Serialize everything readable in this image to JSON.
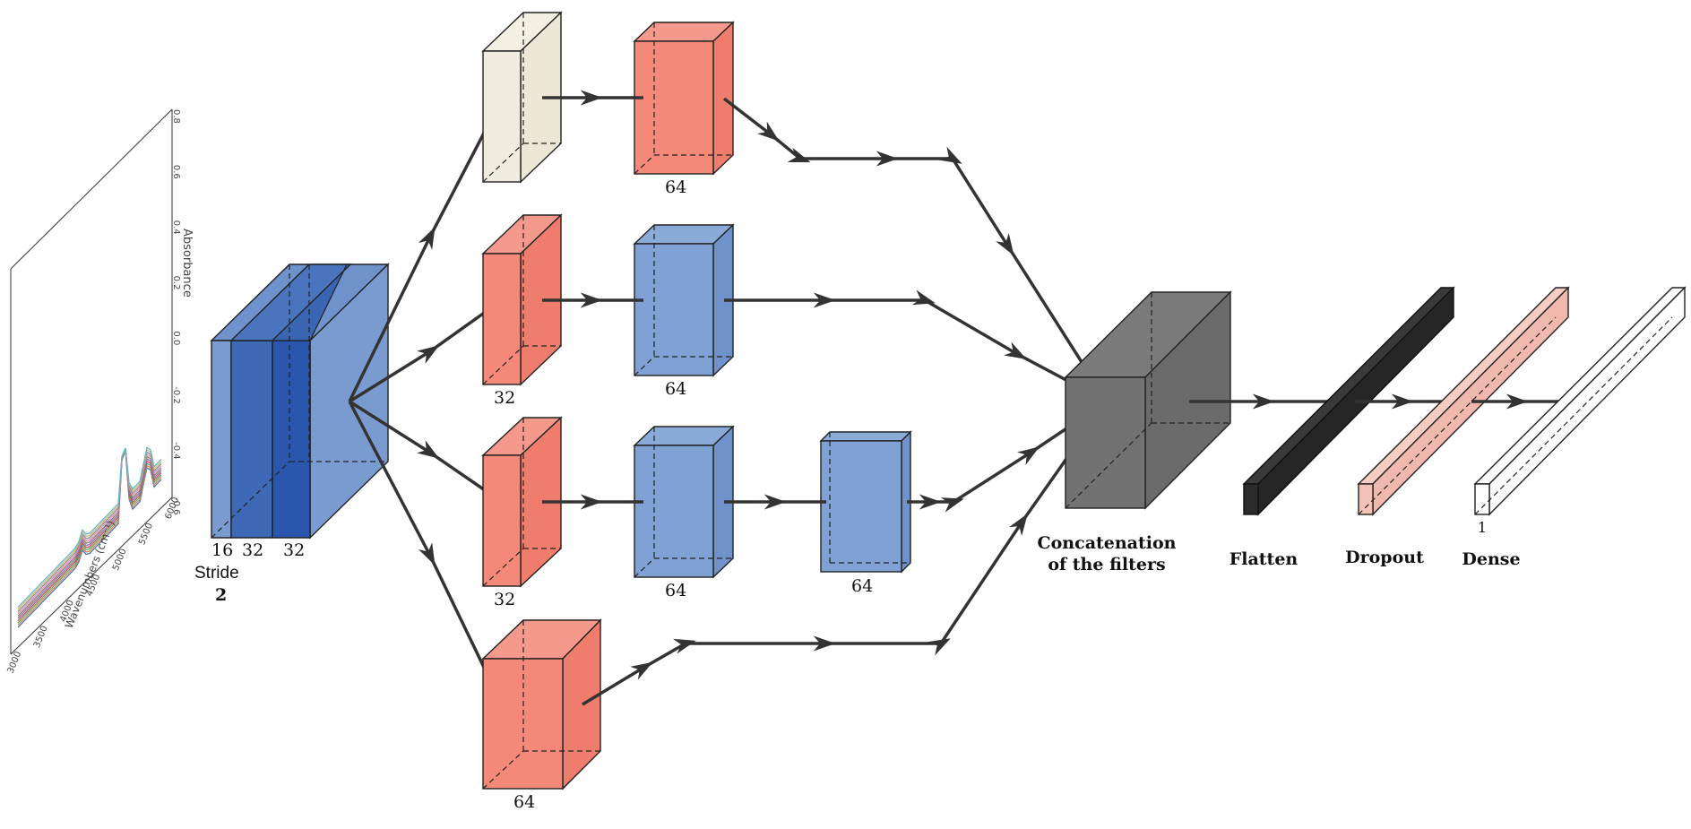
{
  "input_chart": {
    "x_ticks": [
      "3000",
      "3500",
      "4000",
      "4500",
      "5000",
      "5500",
      "6000"
    ],
    "y_ticks": [
      "-0.6",
      "-0.4",
      "-0.2",
      "0.0",
      "0.2",
      "0.4",
      "0.6",
      "0.8"
    ],
    "xlabel": "Wavenumbers (cm⁻¹)",
    "ylabel": "Absorbance"
  },
  "input_block": {
    "depths": [
      "16",
      "32",
      "32"
    ],
    "stride_label": "Stride",
    "stride_value": "2",
    "colors": {
      "blue": "#7a9bd0",
      "dark_blue": "#3764b4",
      "darker_blue": "#1f4fa8"
    }
  },
  "branches": [
    {
      "block1_label": "",
      "block2_label": "64"
    },
    {
      "block1_label": "32",
      "block2_label": "64"
    },
    {
      "block1_label": "32",
      "block2_label": "64",
      "block3_label": "64"
    },
    {
      "block1_label": "64"
    }
  ],
  "concat_label_line1": "Concatenation",
  "concat_label_line2": "of the filters",
  "dense_layers": {
    "flatten": "Flatten",
    "dropout": "Dropout",
    "dense": "Dense",
    "dense_units": "1"
  },
  "colors": {
    "salmon": "#f4897a",
    "salmon_top": "#f5998c",
    "salmon_side": "#ef7e6e",
    "cream": "#f1ece0",
    "blue": "#7fa1d4",
    "gray": "#6e6e6e",
    "black": "#2b2b2b",
    "pink": "#f4c3b8"
  }
}
